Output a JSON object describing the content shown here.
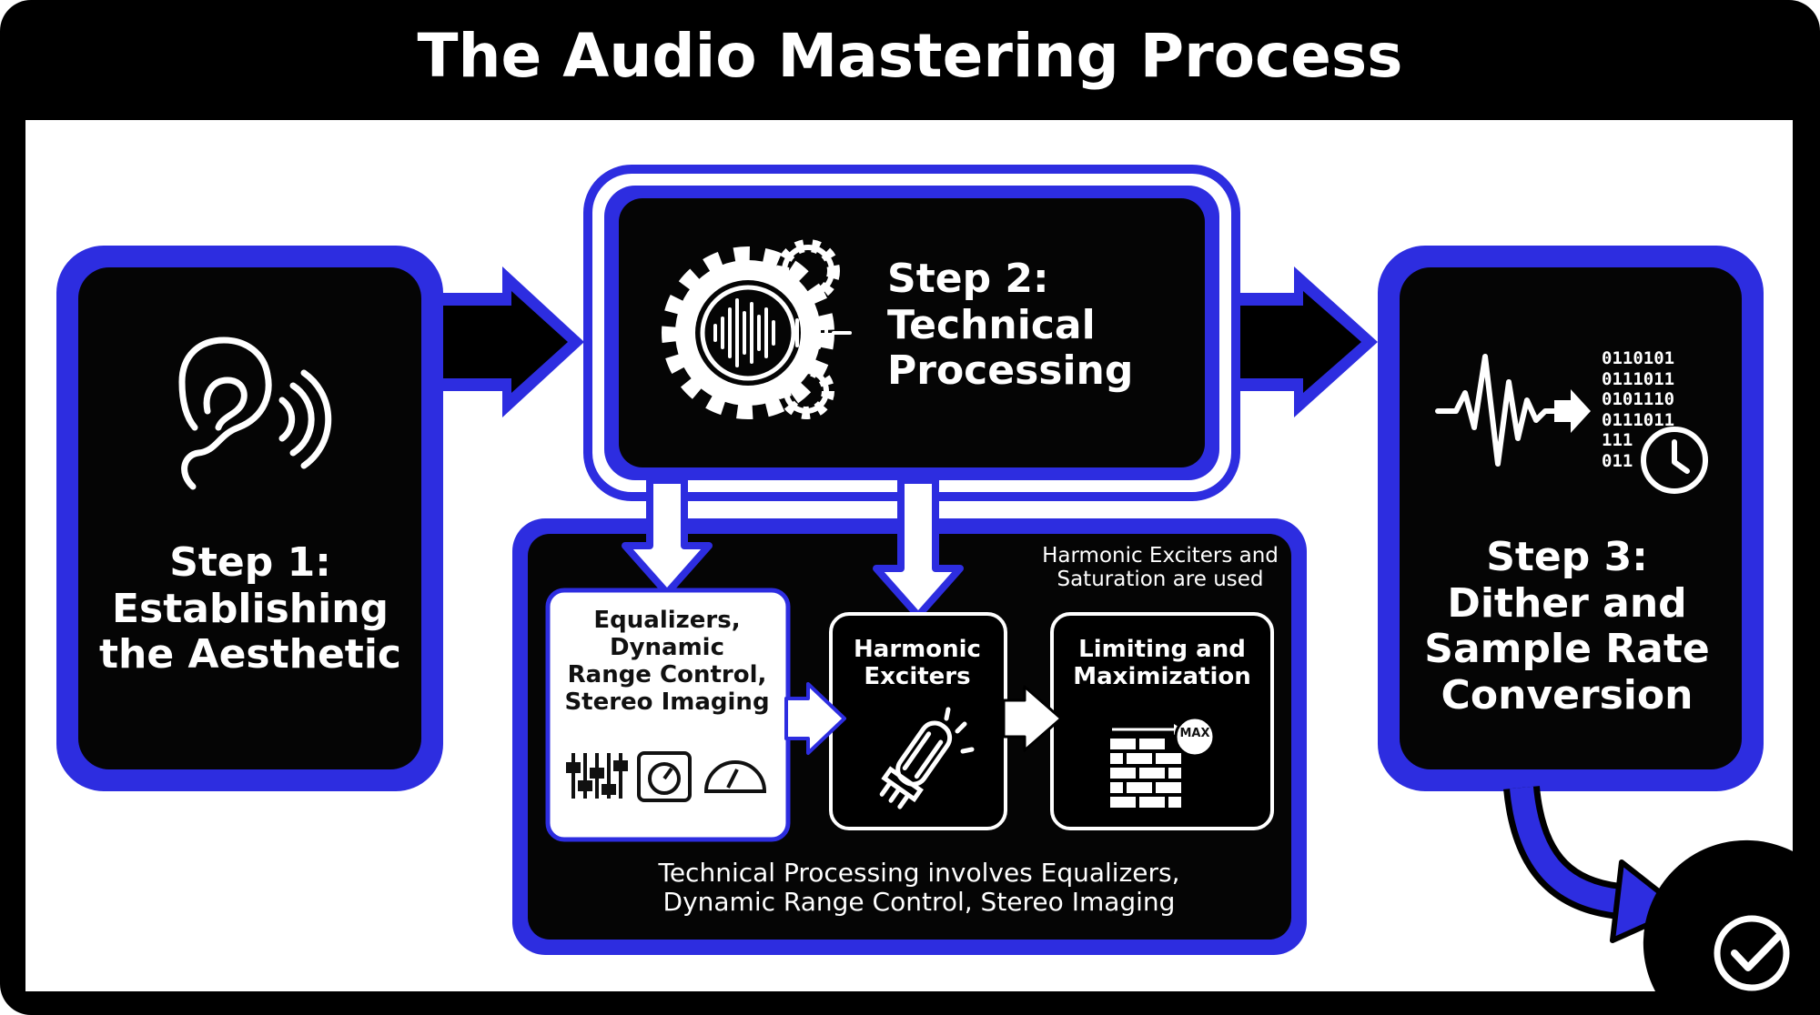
{
  "title": "The Audio Mastering Process",
  "colors": {
    "accent_blue": "#2d2de0",
    "panel_black": "#050505",
    "frame_black": "#000000",
    "card_white": "#ffffff"
  },
  "step1": {
    "label": "Step 1:\nEstablishing\nthe Aesthetic",
    "icon": "ear-with-sound-waves-icon"
  },
  "step2": {
    "label": "Step 2:\nTechnical\nProcessing",
    "icon": "gears-with-waveform-icon"
  },
  "step3": {
    "label": "Step 3:\nDither and\nSample Rate\nConversion",
    "icon": "waveform-to-binary-with-clock-icon",
    "binary_text": "0110101\n0111011\n0101110\n0111011\n111\n011"
  },
  "substeps": {
    "tools": {
      "label": "Equalizers,\nDynamic\nRange Control,\nStereo Imaging",
      "icons": [
        "sliders-icon",
        "knob-icon",
        "meter-icon"
      ]
    },
    "exciters": {
      "label": "Harmonic\nExciters",
      "icon": "vacuum-tube-icon"
    },
    "limiting": {
      "label": "Limiting and\nMaximization",
      "icon": "brick-wall-max-icon",
      "badge": "MAX"
    }
  },
  "annotation": "Harmonic Exciters and\nSaturation are used",
  "footer_caption": "Technical Processing involves Equalizers,\nDynamic Range Control, Stereo Imaging",
  "completion_icon": "checkmark-circle-icon"
}
